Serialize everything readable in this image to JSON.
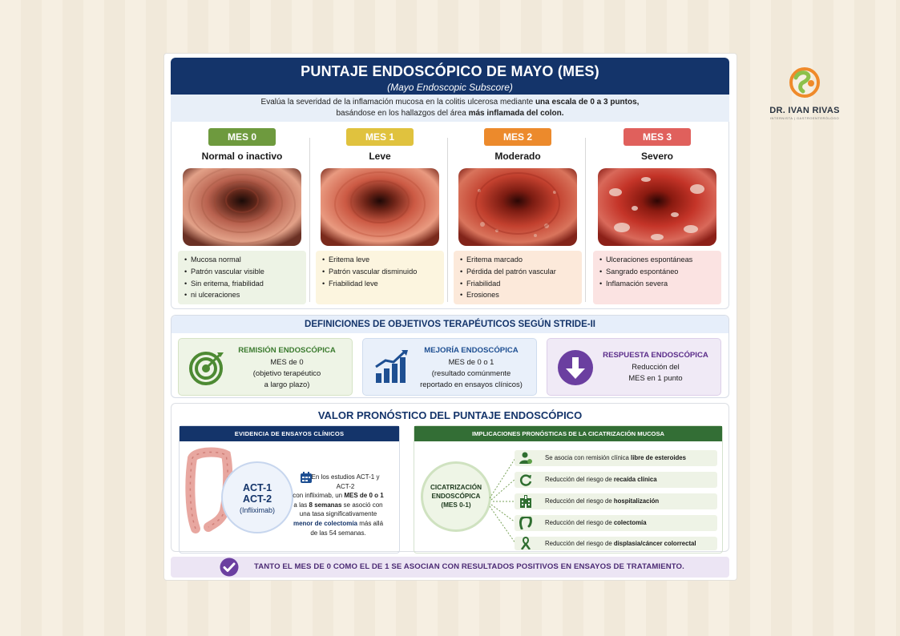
{
  "logo": {
    "name": "DR. IVAN RIVAS",
    "tagline": "INTERNISTA | GASTROENTERÓLOGO"
  },
  "header": {
    "title": "PUNTAJE ENDOSCÓPICO DE MAYO (MES)",
    "subtitle": "(Mayo Endoscopic Subscore)"
  },
  "intro": {
    "t1": "Evalúa la severidad de la inflamación mucosa en la colitis ulcerosa mediante ",
    "b1": "una escala de 0 a 3 puntos,",
    "t2": "basándose en los hallazgos del área ",
    "b2": "más inflamada del colon."
  },
  "mes": [
    {
      "badge": "MES 0",
      "name": "Normal o inactivo",
      "color": "#6e9a3e",
      "bg": "#edf3e5",
      "items": [
        "Mucosa normal",
        "Patrón vascular visible",
        "Sin eritema, friabilidad",
        "ni ulceraciones"
      ]
    },
    {
      "badge": "MES 1",
      "name": "Leve",
      "color": "#e0c23e",
      "bg": "#fcf5df",
      "items": [
        "Eritema leve",
        "Patrón vascular disminuido",
        "Friabilidad leve"
      ]
    },
    {
      "badge": "MES 2",
      "name": "Moderado",
      "color": "#ec8a2c",
      "bg": "#fce9da",
      "items": [
        "Eritema marcado",
        "Pérdida del patrón vascular",
        "Friabilidad",
        "Erosiones"
      ]
    },
    {
      "badge": "MES 3",
      "name": "Severo",
      "color": "#e0605c",
      "bg": "#fbe3e2",
      "items": [
        "Ulceraciones espontáneas",
        "Sangrado espontáneo",
        "Inflamación severa"
      ]
    }
  ],
  "stride": {
    "title": "DEFINICIONES DE OBJETIVOS TERAPÉUTICOS SEGÚN STRIDE-II",
    "cards": [
      {
        "title": "REMISIÓN ENDOSCÓPICA",
        "l1": "MES de 0",
        "l2": "(objetivo terapéutico",
        "l3": "a largo plazo)",
        "color": "#3a7a2e",
        "bg": "#eef4e6"
      },
      {
        "title": "MEJORÍA ENDOSCÓPICA",
        "l1": "MES de 0 o 1",
        "l2": "(resultado comúnmente",
        "l3": "reportado en ensayos clínicos)",
        "color": "#1e4f92",
        "bg": "#e9f0fa"
      },
      {
        "title": "RESPUESTA ENDOSCÓPICA",
        "l1": "Reducción del",
        "l2": "MES en 1 punto",
        "l3": "",
        "color": "#5b2d8a",
        "bg": "#f0eaf6"
      }
    ]
  },
  "prognostic": {
    "title": "VALOR PRONÓSTICO DEL PUNTAJE ENDOSCÓPICO",
    "evidence": {
      "header": "EVIDENCIA DE ENSAYOS CLÍNICOS",
      "act1": "ACT-1",
      "act2": "ACT-2",
      "drug": "(Infliximab)",
      "l1": "En los estudios ACT-1 y ACT-2",
      "l2a": "con ",
      "l2b": "infliximab",
      "l2c": ", un ",
      "l2d": "MES de 0 o 1",
      "l3a": "a las ",
      "l3b": "8 semanas",
      "l3c": " se asoció con",
      "l4": "una tasa significativamente",
      "l5a": "menor de colectomía",
      "l5b": " más allá",
      "l6": "de las 54 semanas."
    },
    "implications": {
      "header": "IMPLICACIONES PRONÓSTICAS DE LA CICATRIZACIÓN MUCOSA",
      "center1": "CICATRIZACIÓN",
      "center2": "ENDOSCÓPICA",
      "center3": "(MES 0-1)",
      "rows": [
        {
          "pre": "Se asocia con remisión clínica ",
          "bold": "libre de esteroides",
          "icon": "person-check-icon"
        },
        {
          "pre": "Reducción del riesgo de ",
          "bold": "recaída clínica",
          "icon": "cycle-icon"
        },
        {
          "pre": "Reducción del riesgo de ",
          "bold": "hospitalización",
          "icon": "hospital-icon"
        },
        {
          "pre": "Reducción del riesgo de ",
          "bold": "colectomía",
          "icon": "colon-icon"
        },
        {
          "pre": "Reducción del riesgo de ",
          "bold": "displasia/cáncer colorrectal",
          "icon": "ribbon-icon"
        }
      ]
    }
  },
  "footer": {
    "text": "TANTO EL MES DE 0 COMO EL DE 1 SE ASOCIAN CON RESULTADOS POSITIVOS EN ENSAYOS DE TRATAMIENTO."
  }
}
